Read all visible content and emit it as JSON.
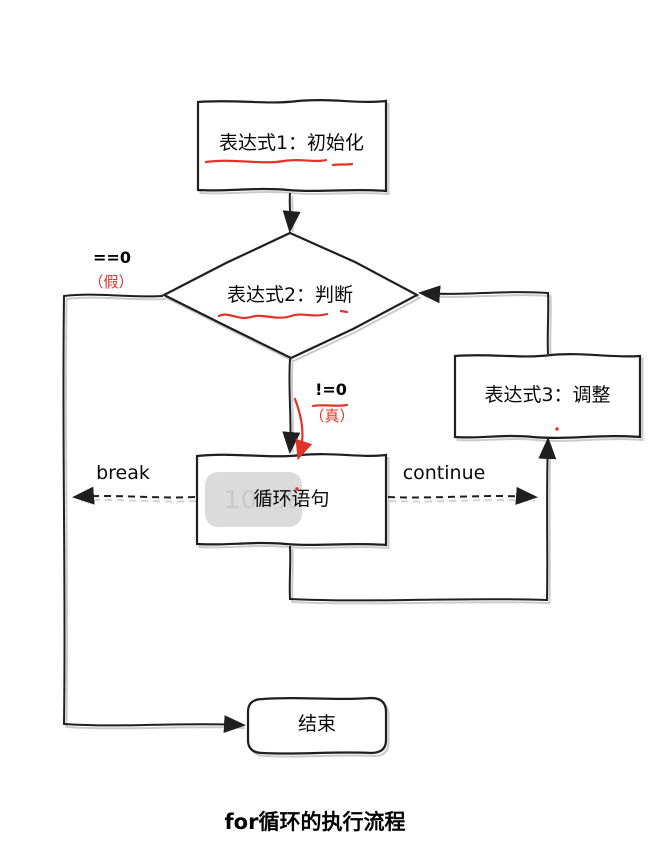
{
  "diagram": {
    "caption": "for循环的执行流程",
    "nodes": {
      "expr1": "表达式1：初始化",
      "expr2": "表达式2：判断",
      "expr3": "表达式3：调整",
      "loop_body": "循环语句",
      "end": "结束"
    },
    "branch_labels": {
      "false_cond": "==0",
      "false_note": "（假）",
      "true_cond": "!=0",
      "true_note": "（真）"
    },
    "jump_labels": {
      "break": "break",
      "continue": "continue"
    }
  },
  "overlay": {
    "zoom_badge": "100%"
  },
  "colors": {
    "line": "#1f1f1f",
    "shadow": "#cbcbcb",
    "annotation_red": "#e0342a",
    "badge_bg": "#dbdbdb",
    "badge_text": "#c9c9c9"
  }
}
